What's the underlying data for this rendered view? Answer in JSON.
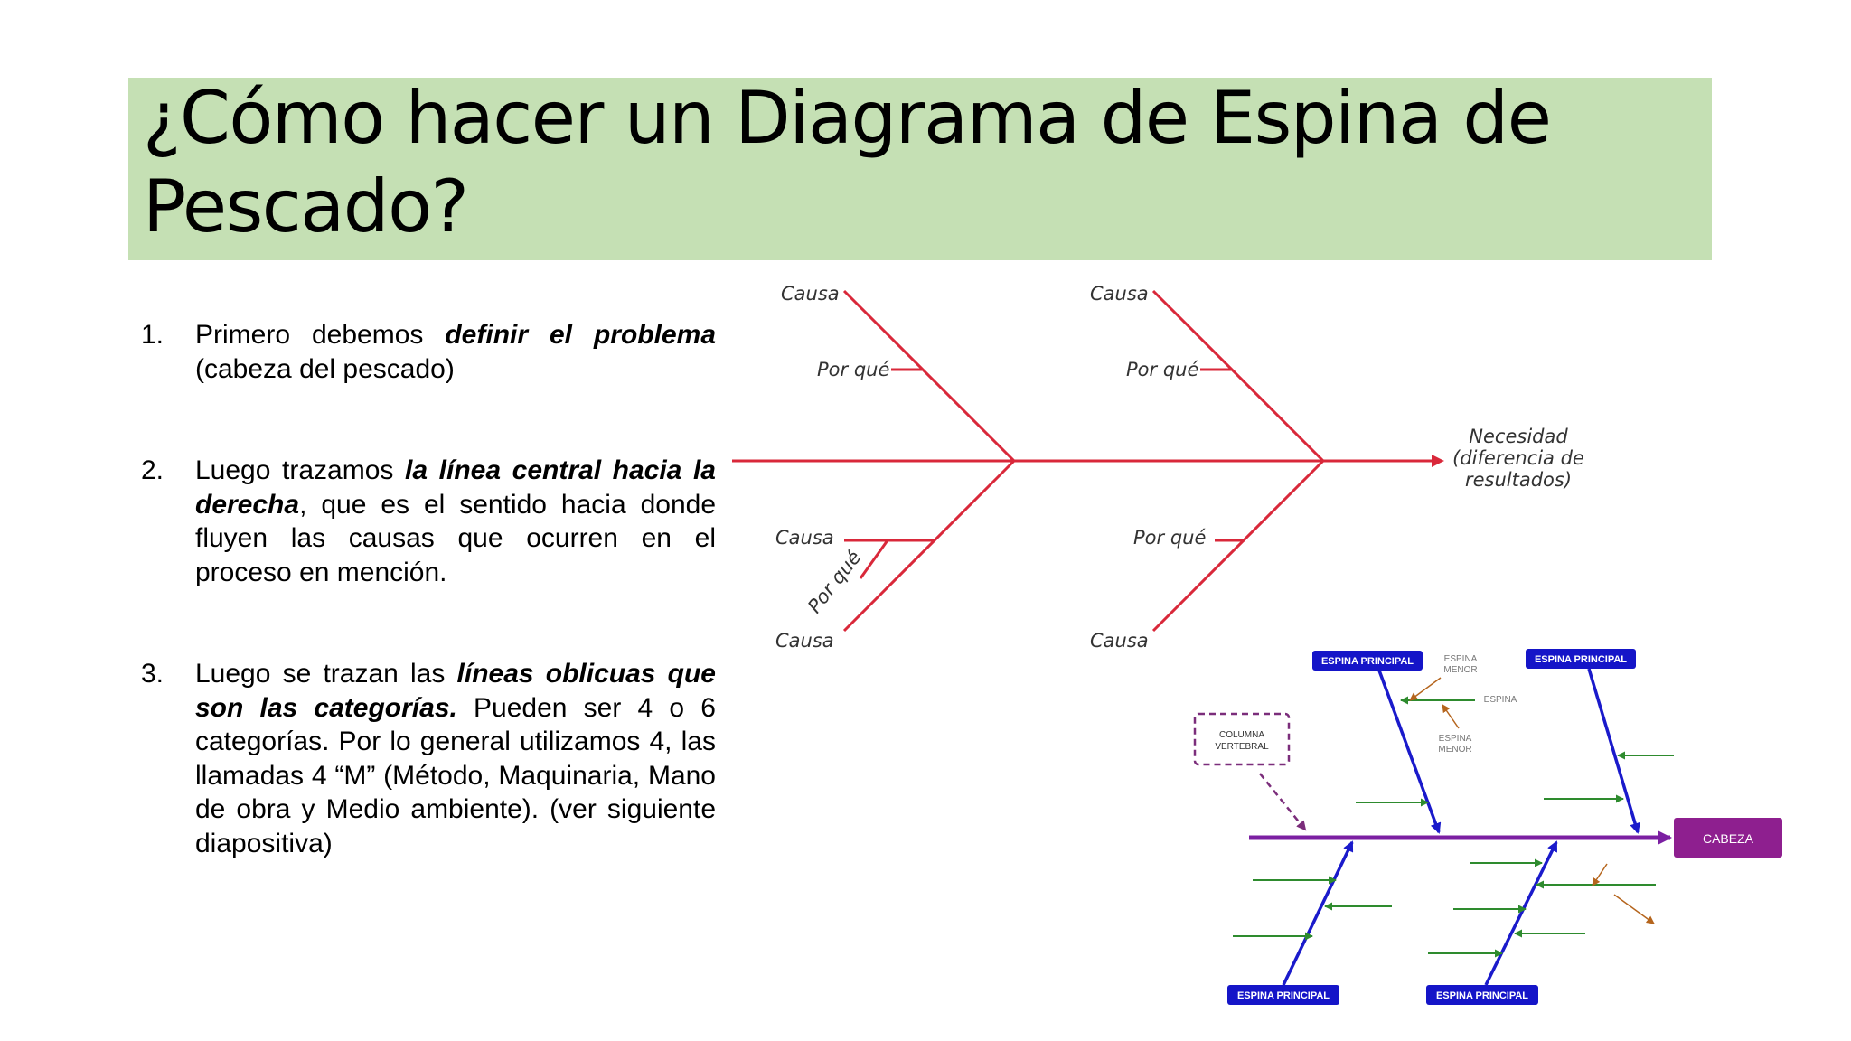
{
  "slide": {
    "title": "¿Cómo hacer un Diagrama de Espina de Pescado?"
  },
  "steps": [
    {
      "number": "1.",
      "before": "Primero debemos ",
      "bold": "definir el problema",
      "after": " (cabeza del pescado)"
    },
    {
      "number": "2.",
      "before": "Luego trazamos ",
      "bold": "la línea central hacia la derecha",
      "after": ", que es el sentido hacia donde fluyen las causas que ocurren en el proceso en mención."
    },
    {
      "number": "3.",
      "before": "Luego se trazan las ",
      "bold": "líneas oblicuas que son las categorías.",
      "after": "  Pueden ser 4 o 6 categorías.  Por lo general utilizamos 4, las llamadas 4 “M” (Método, Maquinaria, Mano de obra y Medio ambiente).  (ver siguiente diapositiva)"
    }
  ],
  "diagram1": {
    "cause": "Causa",
    "why": "Por qué",
    "effect_line1": "Necesidad",
    "effect_line2": "(diferencia de",
    "effect_line3": "resultados)",
    "colors": {
      "line": "#d9283a",
      "text": "#333333"
    }
  },
  "diagram2": {
    "main_spine": "ESPINA PRINCIPAL",
    "minor_spine_line1": "ESPINA",
    "minor_spine_line2": "MENOR",
    "spine": "ESPINA",
    "column_line1": "COLUMNA",
    "column_line2": "VERTEBRAL",
    "head": "CABEZA",
    "colors": {
      "spine": "#7b1fa2",
      "head": "#8e1f8f",
      "bone": "#1a1acb",
      "label_box": "#1515c8",
      "minor": "#2e8b2e",
      "pointer": "#b5651d",
      "dashed": "#7b2d7b"
    }
  }
}
